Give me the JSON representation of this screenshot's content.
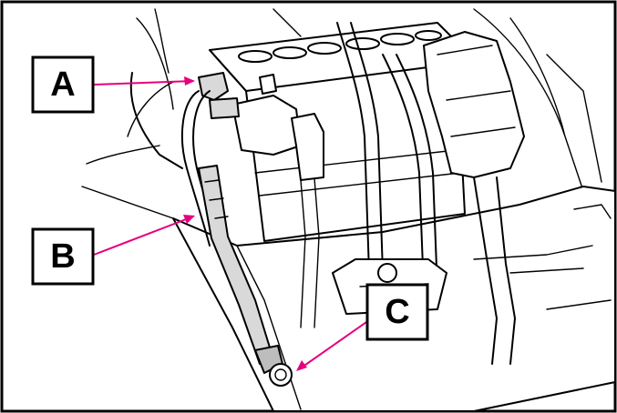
{
  "callouts": [
    {
      "label": "A"
    },
    {
      "label": "B"
    },
    {
      "label": "C"
    }
  ],
  "colors": {
    "leader_line": "#e6007e",
    "outline": "#000000",
    "background": "#ffffff"
  }
}
